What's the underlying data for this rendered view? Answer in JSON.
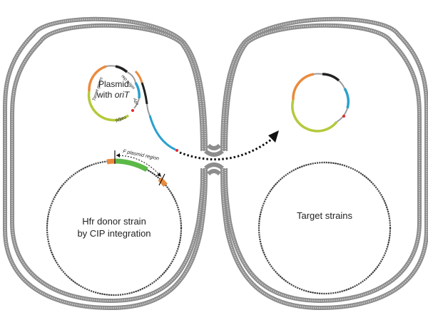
{
  "diagram": {
    "donor_cell": {
      "label_line1": "Hfr donor strain",
      "label_line2": "by CIP integration"
    },
    "target_cell": {
      "label": "Target strains"
    },
    "plasmid": {
      "title_line1": "Plasmid",
      "title_line2_prefix": "with ",
      "title_line2_italic": "oriT",
      "features": {
        "target_genes": "Target genes",
        "rep_origin": "rep origin",
        "ab_resistance": "Ab",
        "ab_superscript": "R",
        "cat_gene": "cat(p)"
      }
    },
    "f_plasmid_region": {
      "label": "F plasmid region"
    },
    "colors": {
      "membrane": "#8a8a8a",
      "chromosome": "#333333",
      "orange_segment": "#ea8a3c",
      "green_segment": "#b5c93c",
      "blue_segment": "#2aa0cf",
      "black_segment": "#222222",
      "gray_segment": "#9a9a9a",
      "red_marker": "#e0282a",
      "f_region_green": "#5bb947",
      "transfer_arrow": "#111111"
    }
  }
}
